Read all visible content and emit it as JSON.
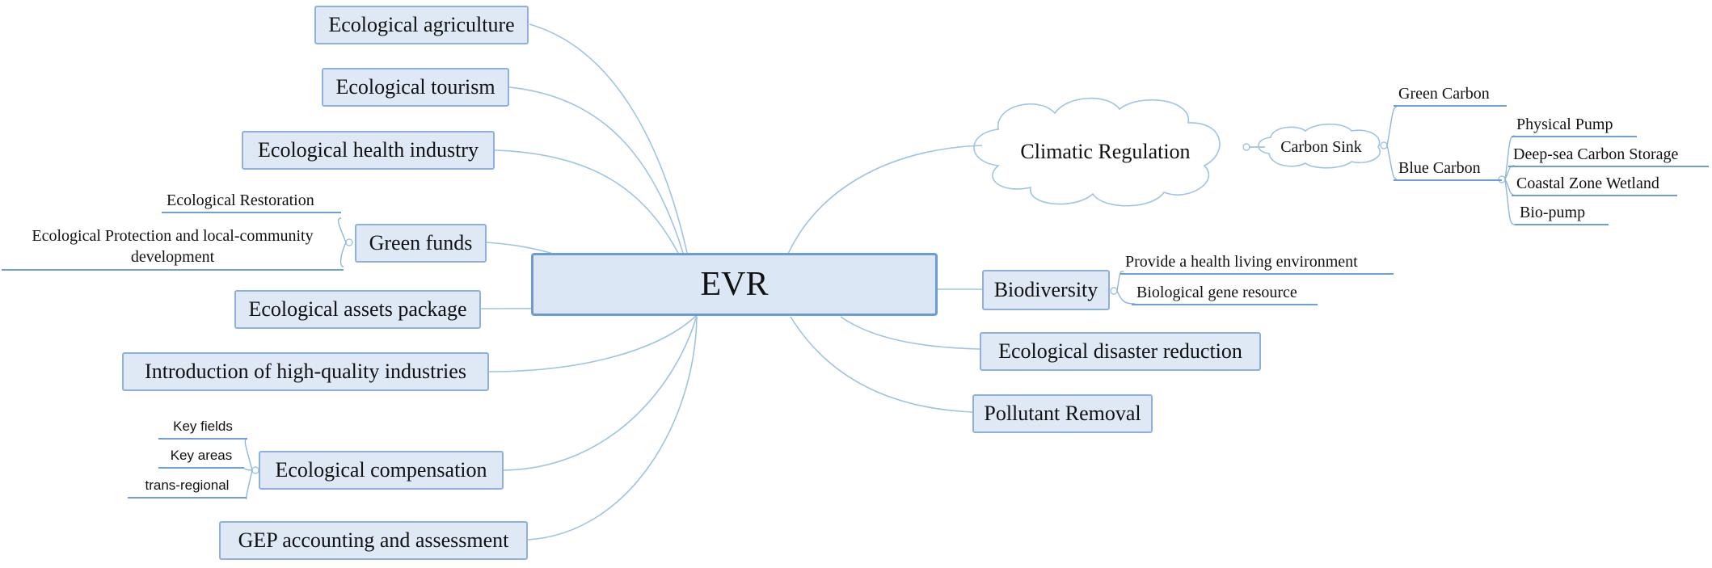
{
  "center": {
    "label": "EVR"
  },
  "left_branches": {
    "ecological_agriculture": "Ecological agriculture",
    "ecological_tourism": "Ecological tourism",
    "ecological_health_industry": "Ecological health industry",
    "green_funds": {
      "label": "Green funds",
      "children": [
        "Ecological Restoration",
        "Ecological Protection and local-community development"
      ]
    },
    "ecological_assets_package": "Ecological assets package",
    "introduction_of_high_quality_industries": "Introduction of high-quality industries",
    "ecological_compensation": {
      "label": "Ecological compensation",
      "children": [
        "Key fields",
        "Key areas",
        "trans-regional"
      ]
    },
    "gep_accounting": "GEP accounting and assessment"
  },
  "right_branches": {
    "climatic_regulation": {
      "label": "Climatic Regulation",
      "carbon_sink": {
        "label": "Carbon Sink",
        "green_carbon": "Green Carbon",
        "blue_carbon": {
          "label": "Blue Carbon",
          "children": [
            "Physical Pump",
            "Deep-sea Carbon Storage",
            "Coastal Zone Wetland",
            "Bio-pump"
          ]
        }
      }
    },
    "biodiversity": {
      "label": "Biodiversity",
      "children": [
        "Provide a health living environment",
        "Biological gene resource"
      ]
    },
    "ecological_disaster_reduction": "Ecological disaster reduction",
    "pollutant_removal": "Pollutant Removal"
  },
  "colors": {
    "node_fill": "#dfe9f6",
    "node_border": "#8db1dc",
    "link": "#9fc3e6",
    "leaf_underline": "#6e9fd8"
  }
}
